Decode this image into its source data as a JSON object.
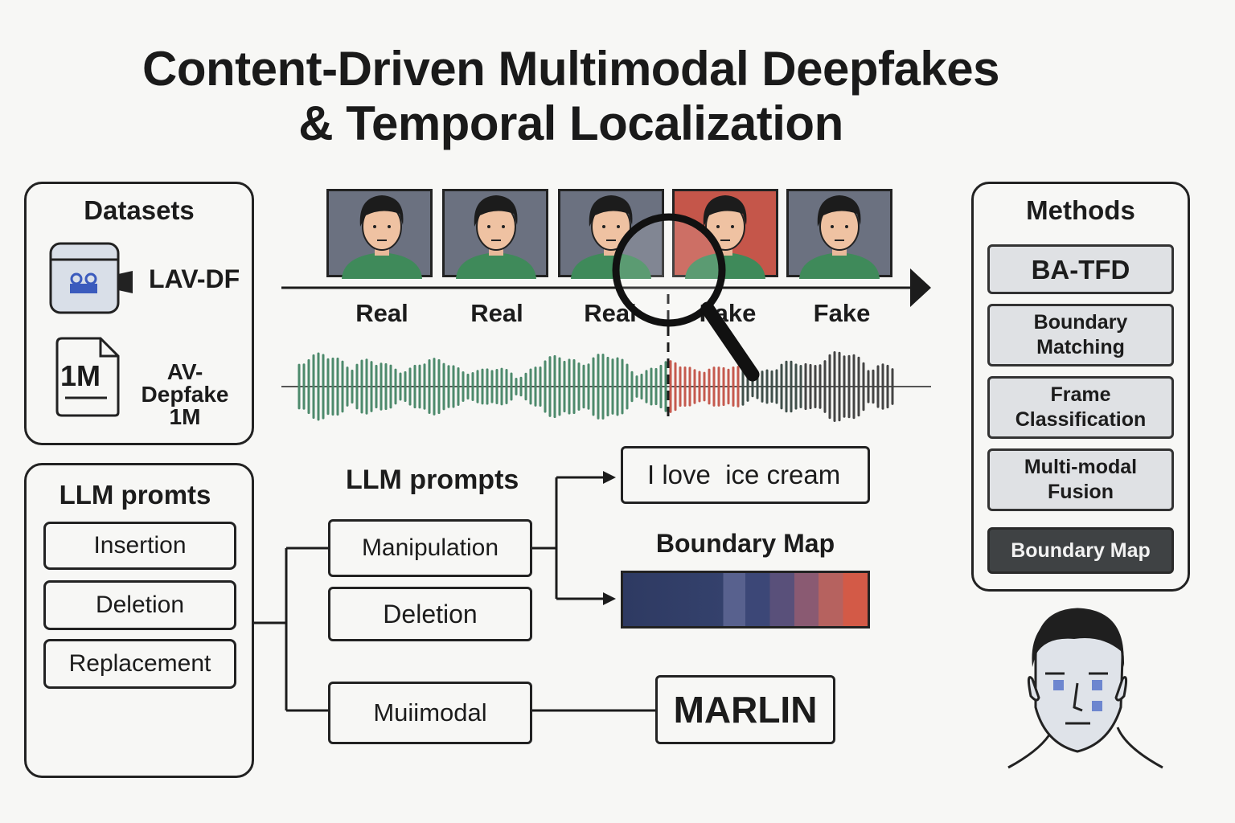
{
  "title": {
    "line1": "Content-Driven Multimodal Deepfakes",
    "line2": "& Temporal Localization"
  },
  "datasets": {
    "heading": "Datasets",
    "items": [
      {
        "label": "LAV-DF",
        "icon": "camera-icon"
      },
      {
        "label": "AV-Depfake 1M",
        "icon": "document-icon",
        "icon_text": "1M"
      }
    ]
  },
  "timeline": {
    "frames": [
      {
        "label": "Real",
        "status": "real"
      },
      {
        "label": "Real",
        "status": "real"
      },
      {
        "label": "Real",
        "status": "real"
      },
      {
        "label": "Fake",
        "status": "fake"
      },
      {
        "label": "Fake",
        "status": "fake"
      }
    ]
  },
  "llm_panel": {
    "heading": "LLM promts",
    "items": [
      "Insertion",
      "Deletion",
      "Replacement"
    ]
  },
  "llm_flow": {
    "heading": "LLM prompts",
    "boxes": [
      "Manipulation",
      "Deletion",
      "Muiimodal"
    ],
    "text_output": "I love  ice cream",
    "boundary_heading": "Boundary Map",
    "marlin": "MARLIN"
  },
  "methods": {
    "heading": "Methods",
    "items": [
      "BA-TFD",
      "Boundary Matching",
      "Frame Classification",
      "Multi-modal Fusion"
    ],
    "highlight": "Boundary Map"
  },
  "colors": {
    "real": "#4d8a6c",
    "fake": "#c55a4e",
    "frame_bg": "#6b7180",
    "fake_frame_bg": "#c5564a",
    "method_box": "#dfe1e4",
    "highlight_box": "#3f4244"
  }
}
